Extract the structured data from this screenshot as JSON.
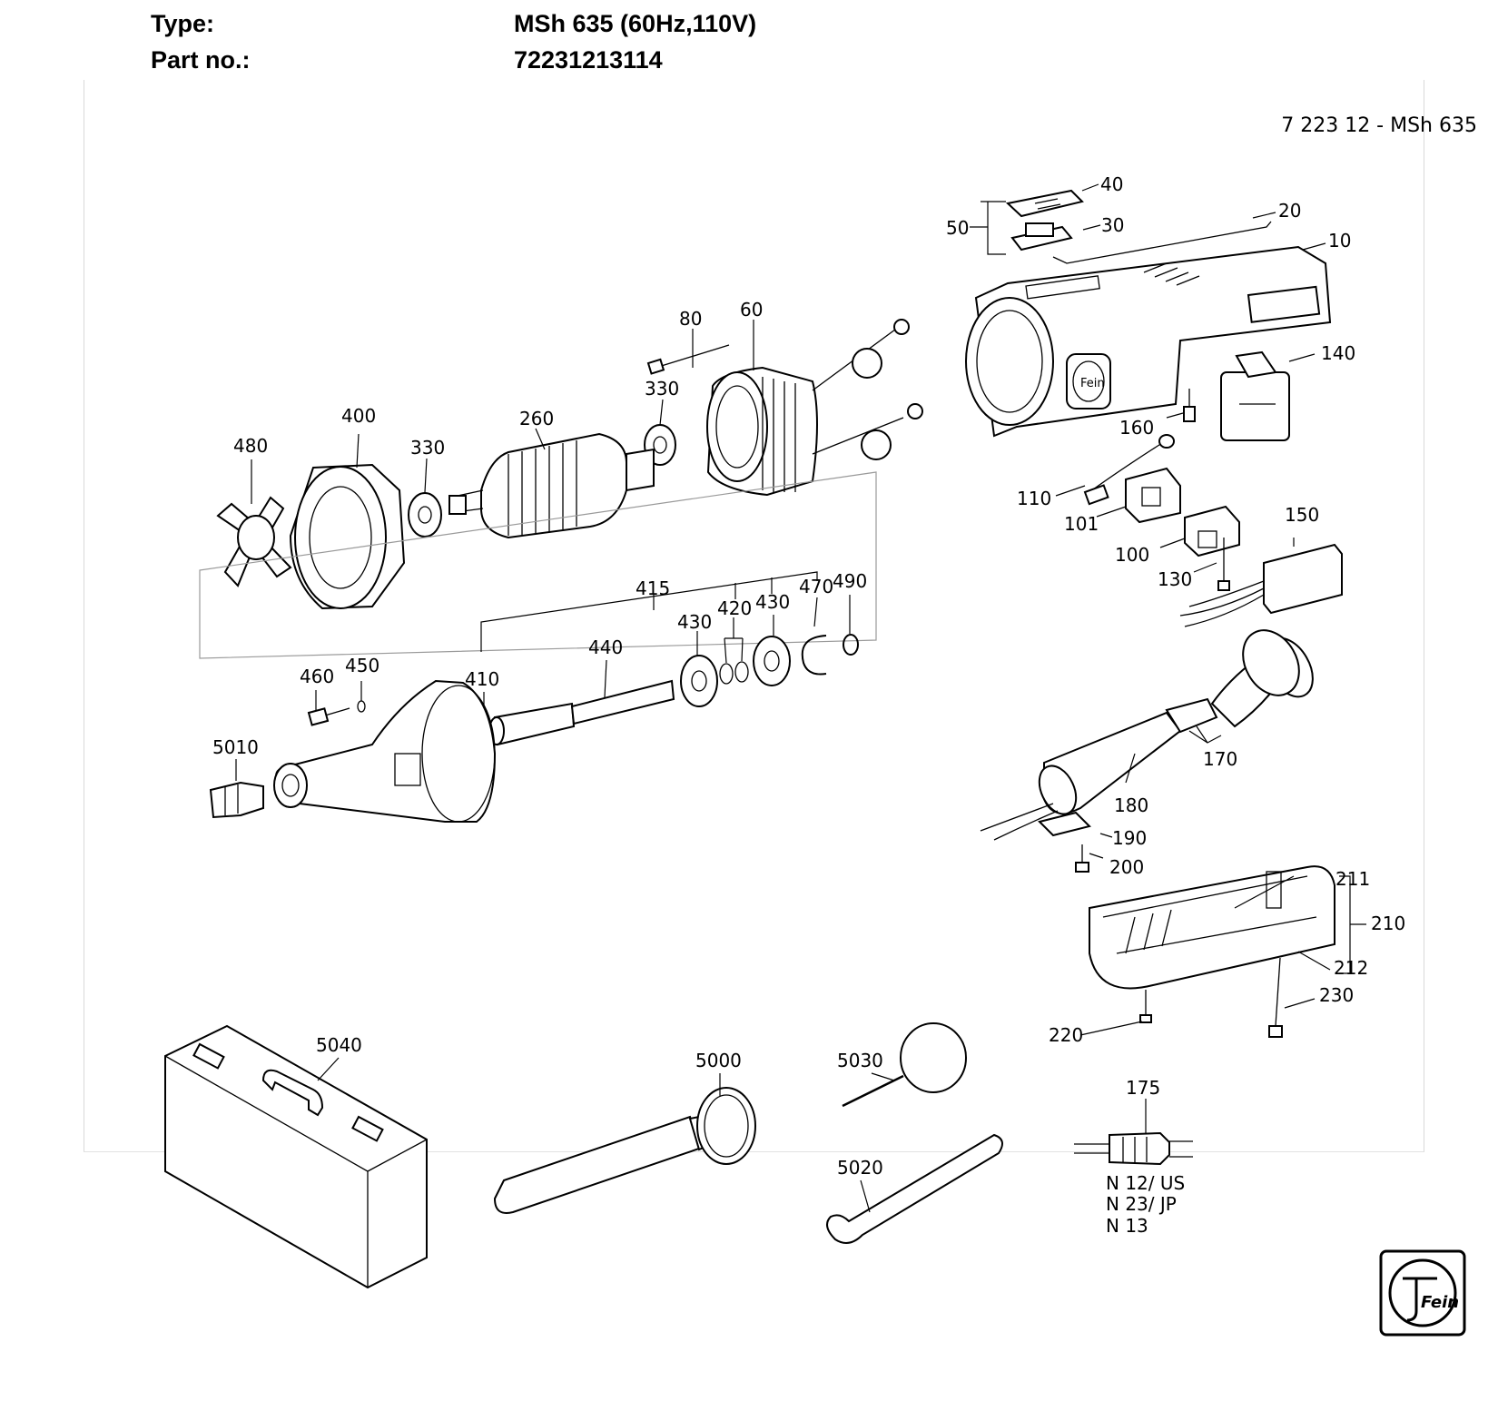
{
  "header": {
    "type_label": "Type:",
    "type_value": "MSh 635 (60Hz,110V)",
    "part_label": "Part no.:",
    "part_value": "72231213114"
  },
  "drawing": {
    "drawing_code": "7 223 12 - MSh 635",
    "callouts": {
      "p10": "10",
      "p20": "20",
      "p30": "30",
      "p40": "40",
      "p50": "50",
      "p60": "60",
      "p80": "80",
      "p100": "100",
      "p101": "101",
      "p110": "110",
      "p130": "130",
      "p140": "140",
      "p150": "150",
      "p160": "160",
      "p170": "170",
      "p175": "175",
      "p180": "180",
      "p190": "190",
      "p200": "200",
      "p210": "210",
      "p211": "211",
      "p212": "212",
      "p220": "220",
      "p230": "230",
      "p260": "260",
      "p330a": "330",
      "p330b": "330",
      "p400": "400",
      "p410": "410",
      "p415": "415",
      "p420": "420",
      "p430a": "430",
      "p430b": "430",
      "p440": "440",
      "p450": "450",
      "p460": "460",
      "p470": "470",
      "p480": "480",
      "p490": "490",
      "p5000": "5000",
      "p5010": "5010",
      "p5020": "5020",
      "p5030": "5030",
      "p5040": "5040"
    },
    "plug_variants": [
      "N 12/ US",
      "N 23/ JP",
      "N 13"
    ],
    "logo_text": "Fein"
  }
}
